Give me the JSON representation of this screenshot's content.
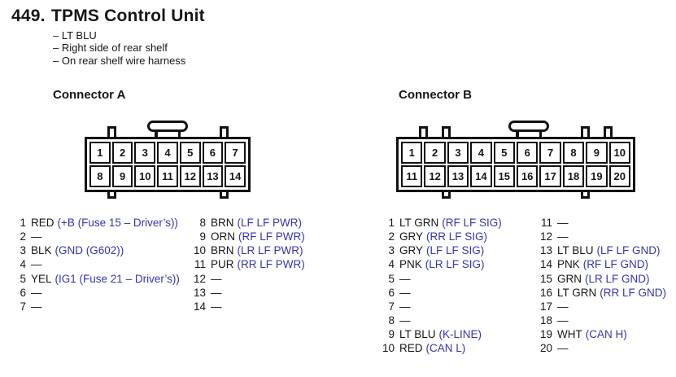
{
  "page": {
    "number": "449.",
    "title": "TPMS Control Unit"
  },
  "notes": [
    "– LT BLU",
    "– Right side of rear shelf",
    "– On rear shelf wire harness"
  ],
  "colors": {
    "accent_blue": "#3434b2",
    "ink": "#161616"
  },
  "connector_a": {
    "label": "Connector A",
    "pin_rows": [
      [
        "1",
        "2",
        "3",
        "4",
        "5",
        "6",
        "7"
      ],
      [
        "8",
        "9",
        "10",
        "11",
        "12",
        "13",
        "14"
      ]
    ],
    "pins_col1": [
      {
        "pin": "1",
        "wire": "RED",
        "desc": "(+B (Fuse 15 – Driver’s))"
      },
      {
        "pin": "2",
        "wire": "—",
        "desc": ""
      },
      {
        "pin": "3",
        "wire": "BLK",
        "desc": "(GND (G602))"
      },
      {
        "pin": "4",
        "wire": "—",
        "desc": ""
      },
      {
        "pin": "5",
        "wire": "YEL",
        "desc": "(IG1 (Fuse 21 – Driver’s))"
      },
      {
        "pin": "6",
        "wire": "—",
        "desc": ""
      },
      {
        "pin": "7",
        "wire": "—",
        "desc": ""
      }
    ],
    "pins_col2": [
      {
        "pin": "8",
        "wire": "BRN",
        "desc": "(LF LF PWR)"
      },
      {
        "pin": "9",
        "wire": "ORN",
        "desc": "(RF LF PWR)"
      },
      {
        "pin": "10",
        "wire": "BRN",
        "desc": "(LR LF PWR)"
      },
      {
        "pin": "11",
        "wire": "PUR",
        "desc": "(RR LF PWR)"
      },
      {
        "pin": "12",
        "wire": "—",
        "desc": ""
      },
      {
        "pin": "13",
        "wire": "—",
        "desc": ""
      },
      {
        "pin": "14",
        "wire": "—",
        "desc": ""
      }
    ]
  },
  "connector_b": {
    "label": "Connector B",
    "pin_rows": [
      [
        "1",
        "2",
        "3",
        "4",
        "5",
        "6",
        "7",
        "8",
        "9",
        "10"
      ],
      [
        "11",
        "12",
        "13",
        "14",
        "15",
        "16",
        "17",
        "18",
        "19",
        "20"
      ]
    ],
    "pins_col1": [
      {
        "pin": "1",
        "wire": "LT GRN",
        "desc": "(RF LF SIG)"
      },
      {
        "pin": "2",
        "wire": "GRY",
        "desc": "(RR LF SIG)"
      },
      {
        "pin": "3",
        "wire": "GRY",
        "desc": "(LF LF SIG)"
      },
      {
        "pin": "4",
        "wire": "PNK",
        "desc": "(LR LF SIG)"
      },
      {
        "pin": "5",
        "wire": "—",
        "desc": ""
      },
      {
        "pin": "6",
        "wire": "—",
        "desc": ""
      },
      {
        "pin": "7",
        "wire": "—",
        "desc": ""
      },
      {
        "pin": "8",
        "wire": "—",
        "desc": ""
      },
      {
        "pin": "9",
        "wire": "LT BLU",
        "desc": "(K-LINE)"
      },
      {
        "pin": "10",
        "wire": "RED",
        "desc": "(CAN L)"
      }
    ],
    "pins_col2": [
      {
        "pin": "11",
        "wire": "—",
        "desc": ""
      },
      {
        "pin": "12",
        "wire": "—",
        "desc": ""
      },
      {
        "pin": "13",
        "wire": "LT BLU",
        "desc": "(LF LF GND)"
      },
      {
        "pin": "14",
        "wire": "PNK",
        "desc": "(RF LF GND)"
      },
      {
        "pin": "15",
        "wire": "GRN",
        "desc": "(LR LF GND)"
      },
      {
        "pin": "16",
        "wire": "LT GRN",
        "desc": "(RR LF GND)"
      },
      {
        "pin": "17",
        "wire": "—",
        "desc": ""
      },
      {
        "pin": "18",
        "wire": "—",
        "desc": ""
      },
      {
        "pin": "19",
        "wire": "WHT",
        "desc": "(CAN H)"
      },
      {
        "pin": "20",
        "wire": "—",
        "desc": ""
      }
    ]
  }
}
